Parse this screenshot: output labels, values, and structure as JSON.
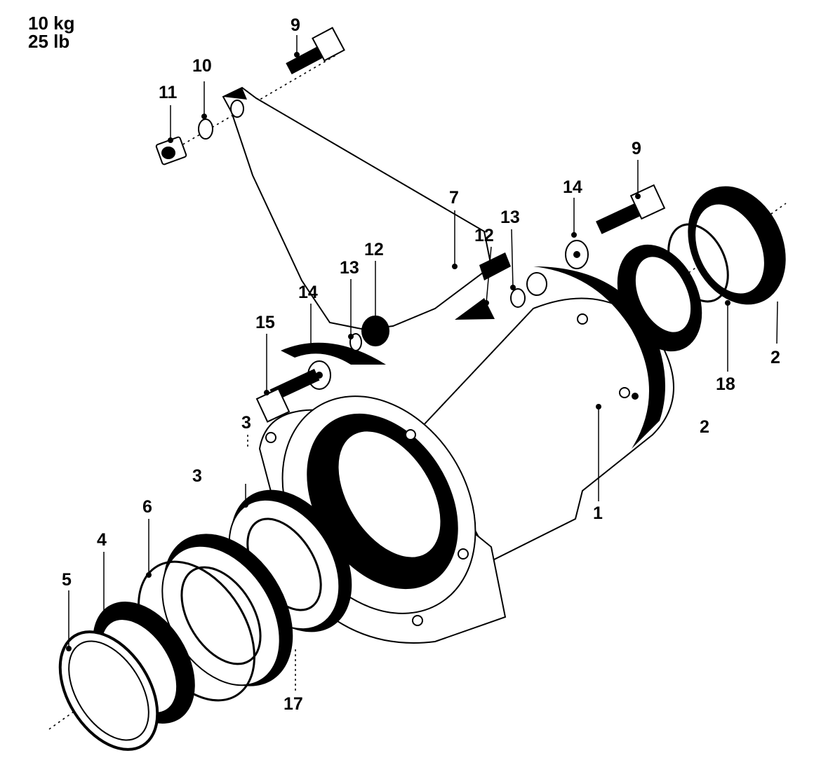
{
  "weights": {
    "metric": "10 kg",
    "imperial": "25 lb"
  },
  "callouts": {
    "c9a": "9",
    "c10": "10",
    "c11": "11",
    "c9b": "9",
    "c14a": "14",
    "c7": "7",
    "c12a": "12",
    "c13a": "13",
    "c12b": "12",
    "c13b": "13",
    "c14b": "14",
    "c15": "15",
    "c2a": "2",
    "c18": "18",
    "c2b": "2",
    "c3a": "3",
    "c3b": "3",
    "c1": "1",
    "c6": "6",
    "c4": "4",
    "c5": "5",
    "c17": "17"
  }
}
